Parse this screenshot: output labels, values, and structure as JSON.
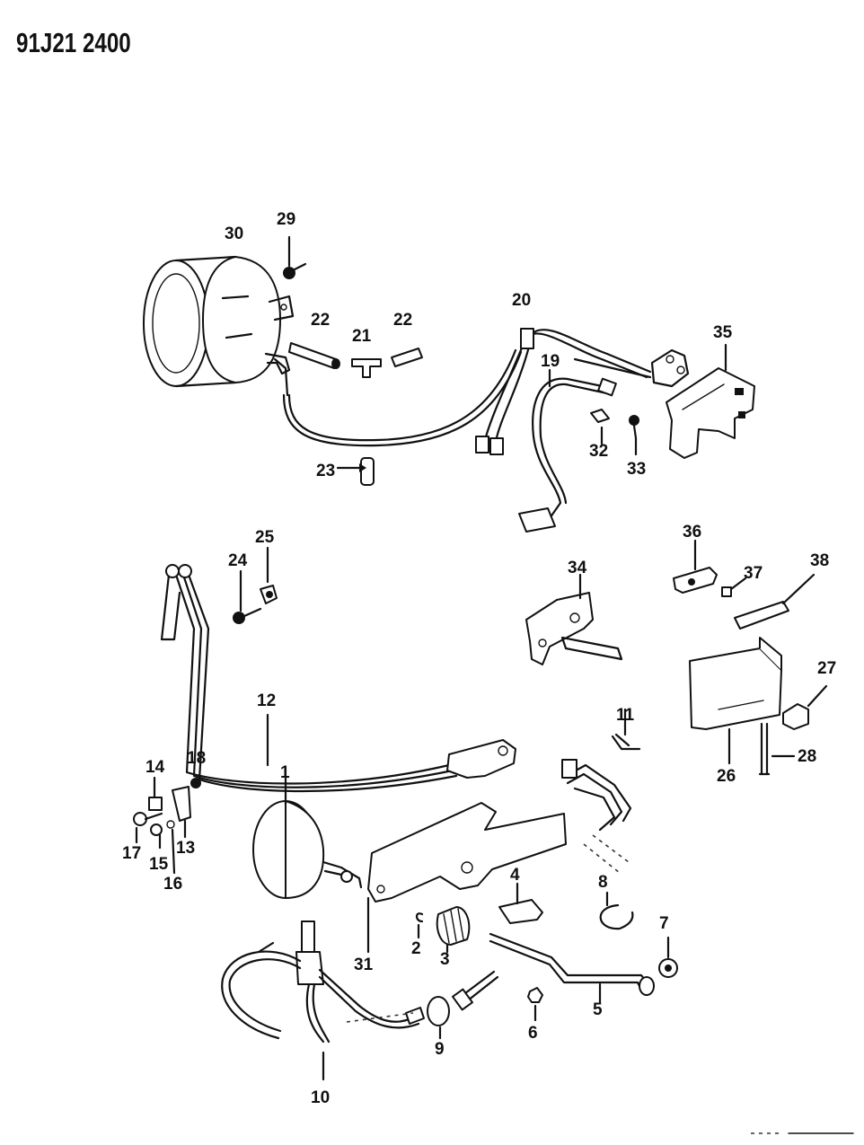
{
  "header": {
    "code": "91J21 2400"
  },
  "callouts": [
    "1",
    "2",
    "3",
    "4",
    "5",
    "6",
    "7",
    "8",
    "9",
    "10",
    "11",
    "12",
    "13",
    "14",
    "15",
    "16",
    "17",
    "18",
    "19",
    "20",
    "21",
    "22",
    "23",
    "24",
    "25",
    "26",
    "27",
    "28",
    "29",
    "30",
    "31",
    "32",
    "33",
    "34",
    "35",
    "36",
    "37",
    "38"
  ]
}
